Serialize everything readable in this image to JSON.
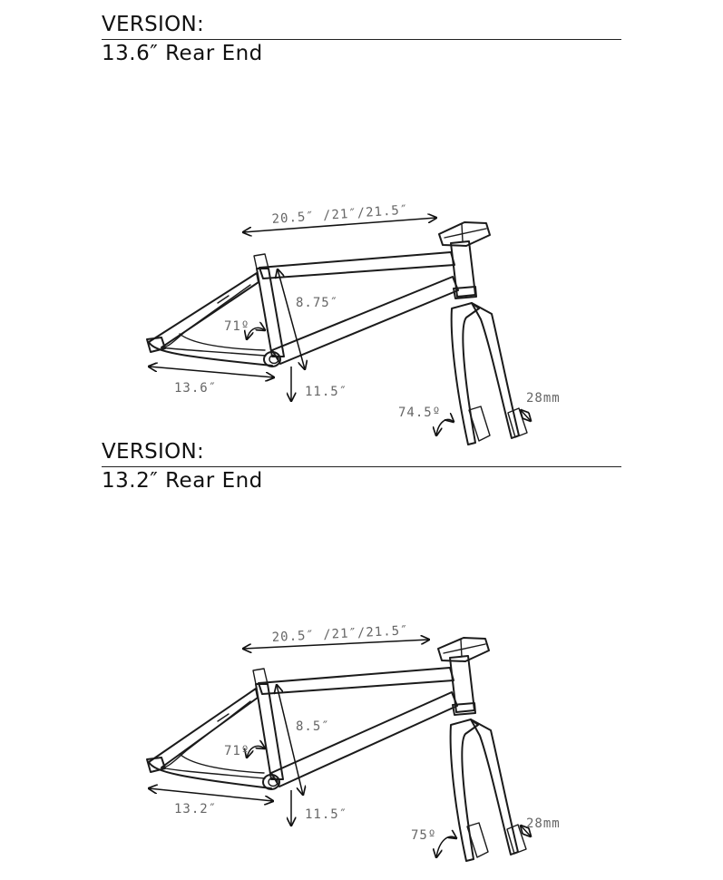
{
  "versions": [
    {
      "label": "VERSION:",
      "subtitle": "13.6″ Rear End",
      "top_tube": "20.5″ /21″/21.5″",
      "standover": "8.75″",
      "seat_angle": "71º",
      "chainstay": "13.6″",
      "bb_height": "11.5″",
      "head_angle": "74.5º",
      "fork_offset": "28mm"
    },
    {
      "label": "VERSION:",
      "subtitle": "13.2″ Rear End",
      "top_tube": "20.5″ /21″/21.5″",
      "standover": "8.5″",
      "seat_angle": "71º",
      "chainstay": "13.2″",
      "bb_height": "11.5″",
      "head_angle": "75º",
      "fork_offset": "28mm"
    }
  ],
  "colors": {
    "line": "#1b1b1b",
    "dimension_text": "#666666",
    "rule": "#222222"
  }
}
